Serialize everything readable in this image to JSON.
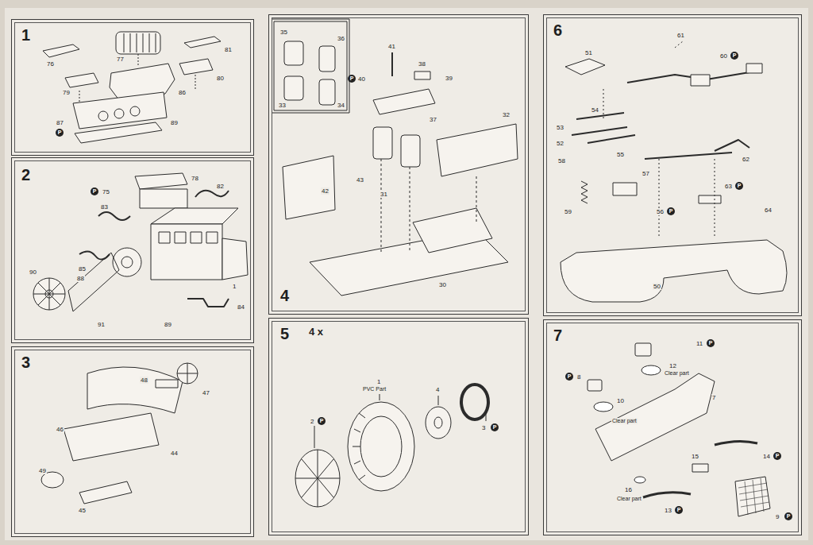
{
  "diagram": {
    "nodes": [
      {
        "text": [
          "1"
        ]
      },
      {
        "text": [
          "2"
        ]
      },
      {
        "text": [
          "3"
        ]
      },
      {
        "text": [
          "4"
        ]
      },
      {
        "text": [
          "5"
        ]
      },
      {
        "text": [
          "6"
        ]
      },
      {
        "text": [
          "7"
        ]
      }
    ],
    "labels": [
      "76",
      "77",
      "81",
      "79",
      "80",
      "86",
      "89",
      "87",
      "P",
      "P",
      "75",
      "78",
      "82",
      "83",
      "85",
      "88",
      "90",
      "91",
      "89",
      "84",
      "1",
      "48",
      "47",
      "46",
      "44",
      "49",
      "45",
      "35",
      "36",
      "33",
      "34",
      "41",
      "P",
      "40",
      "38",
      "39",
      "37",
      "32",
      "42",
      "43",
      "31",
      "30",
      "4 x",
      "1",
      "PVC Part",
      "4",
      "2",
      "P",
      "3",
      "P",
      "51",
      "61",
      "60",
      "P",
      "54",
      "53",
      "52",
      "58",
      "59",
      "55",
      "57",
      "56",
      "P",
      "62",
      "63",
      "P",
      "64",
      "50",
      "11",
      "P",
      "12",
      "Clear part",
      "8",
      "P",
      "10",
      "Clear part",
      "7",
      "14",
      "P",
      "16",
      "Clear part",
      "15",
      "13",
      "P",
      "9",
      "P"
    ]
  }
}
